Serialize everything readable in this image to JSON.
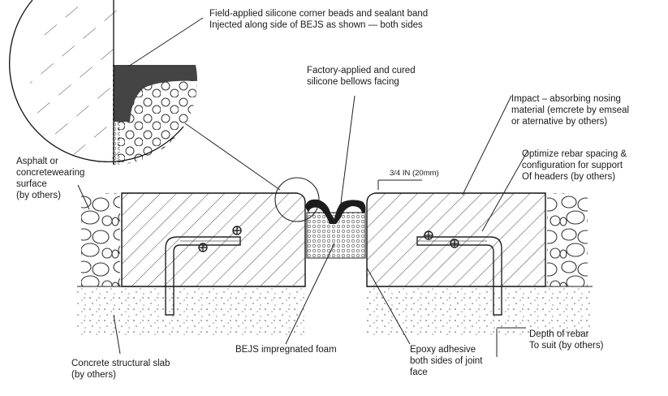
{
  "labels": {
    "field_applied": [
      "Field-applied silicone corner beads and sealant band",
      "Injected along side of BEJS as shown — both sides"
    ],
    "factory_applied": [
      "Factory-applied and cured",
      "silicone bellows facing"
    ],
    "impact": [
      "Impact – absorbing nosing",
      "material (emcrete by emseal",
      "or aternative by others)"
    ],
    "asphalt": [
      "Asphalt or",
      "concretewearing",
      "surface",
      "(by others)"
    ],
    "optimize": [
      "Optimize rebar spacing &",
      "configuration for support",
      "Of headers (by others)"
    ],
    "dimension": "3/4 IN (20mm)",
    "slab": [
      "Concrete structural slab",
      "(by others)"
    ],
    "foam": "BEJS impregnated foam",
    "epoxy": [
      "Epoxy adhesive",
      "both sides of joint",
      "face"
    ],
    "depth": [
      "Depth of rebar",
      "To suit (by others)"
    ]
  }
}
